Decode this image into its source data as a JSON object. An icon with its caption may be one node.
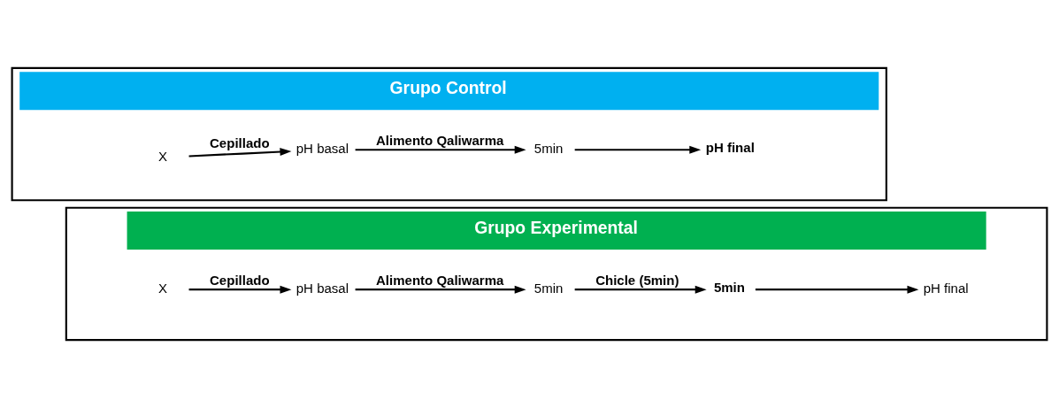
{
  "diagram": {
    "nodes": [
      {
        "text": [
          "Grupo Experimental"
        ]
      },
      {
        "text": [
          "X"
        ],
        "in": 0
      },
      {
        "text": [
          "pH basal"
        ],
        "in": 0
      },
      {
        "text": [
          "5min"
        ],
        "in": 0
      },
      {
        "text": [
          "5min"
        ],
        "in": 0
      },
      {
        "text": [
          "pH final"
        ],
        "in": 0
      },
      {
        "text": [
          "Grupo Control"
        ]
      },
      {
        "text": [
          "X"
        ],
        "in": 6
      },
      {
        "text": [
          "pH basal"
        ],
        "in": 6
      },
      {
        "text": [
          "5min"
        ],
        "in": 6
      },
      {
        "text": [
          "pH final"
        ],
        "in": 6
      }
    ],
    "edges": [
      {
        "from": 1,
        "to": 2,
        "arrow": "to",
        "label": "Cepillado"
      },
      {
        "from": 2,
        "to": 3,
        "arrow": "to",
        "label": "Alimento Qaliwarma"
      },
      {
        "from": 3,
        "to": 4,
        "arrow": "to",
        "label": "Chicle (5min)"
      },
      {
        "from": 4,
        "to": 5,
        "arrow": "to"
      },
      {
        "from": 7,
        "to": 8,
        "arrow": "to",
        "label": "Cepillado"
      },
      {
        "from": 8,
        "to": 9,
        "arrow": "to",
        "label": "Alimento Qaliwarma"
      },
      {
        "from": 9,
        "to": 10,
        "arrow": "to"
      }
    ]
  }
}
